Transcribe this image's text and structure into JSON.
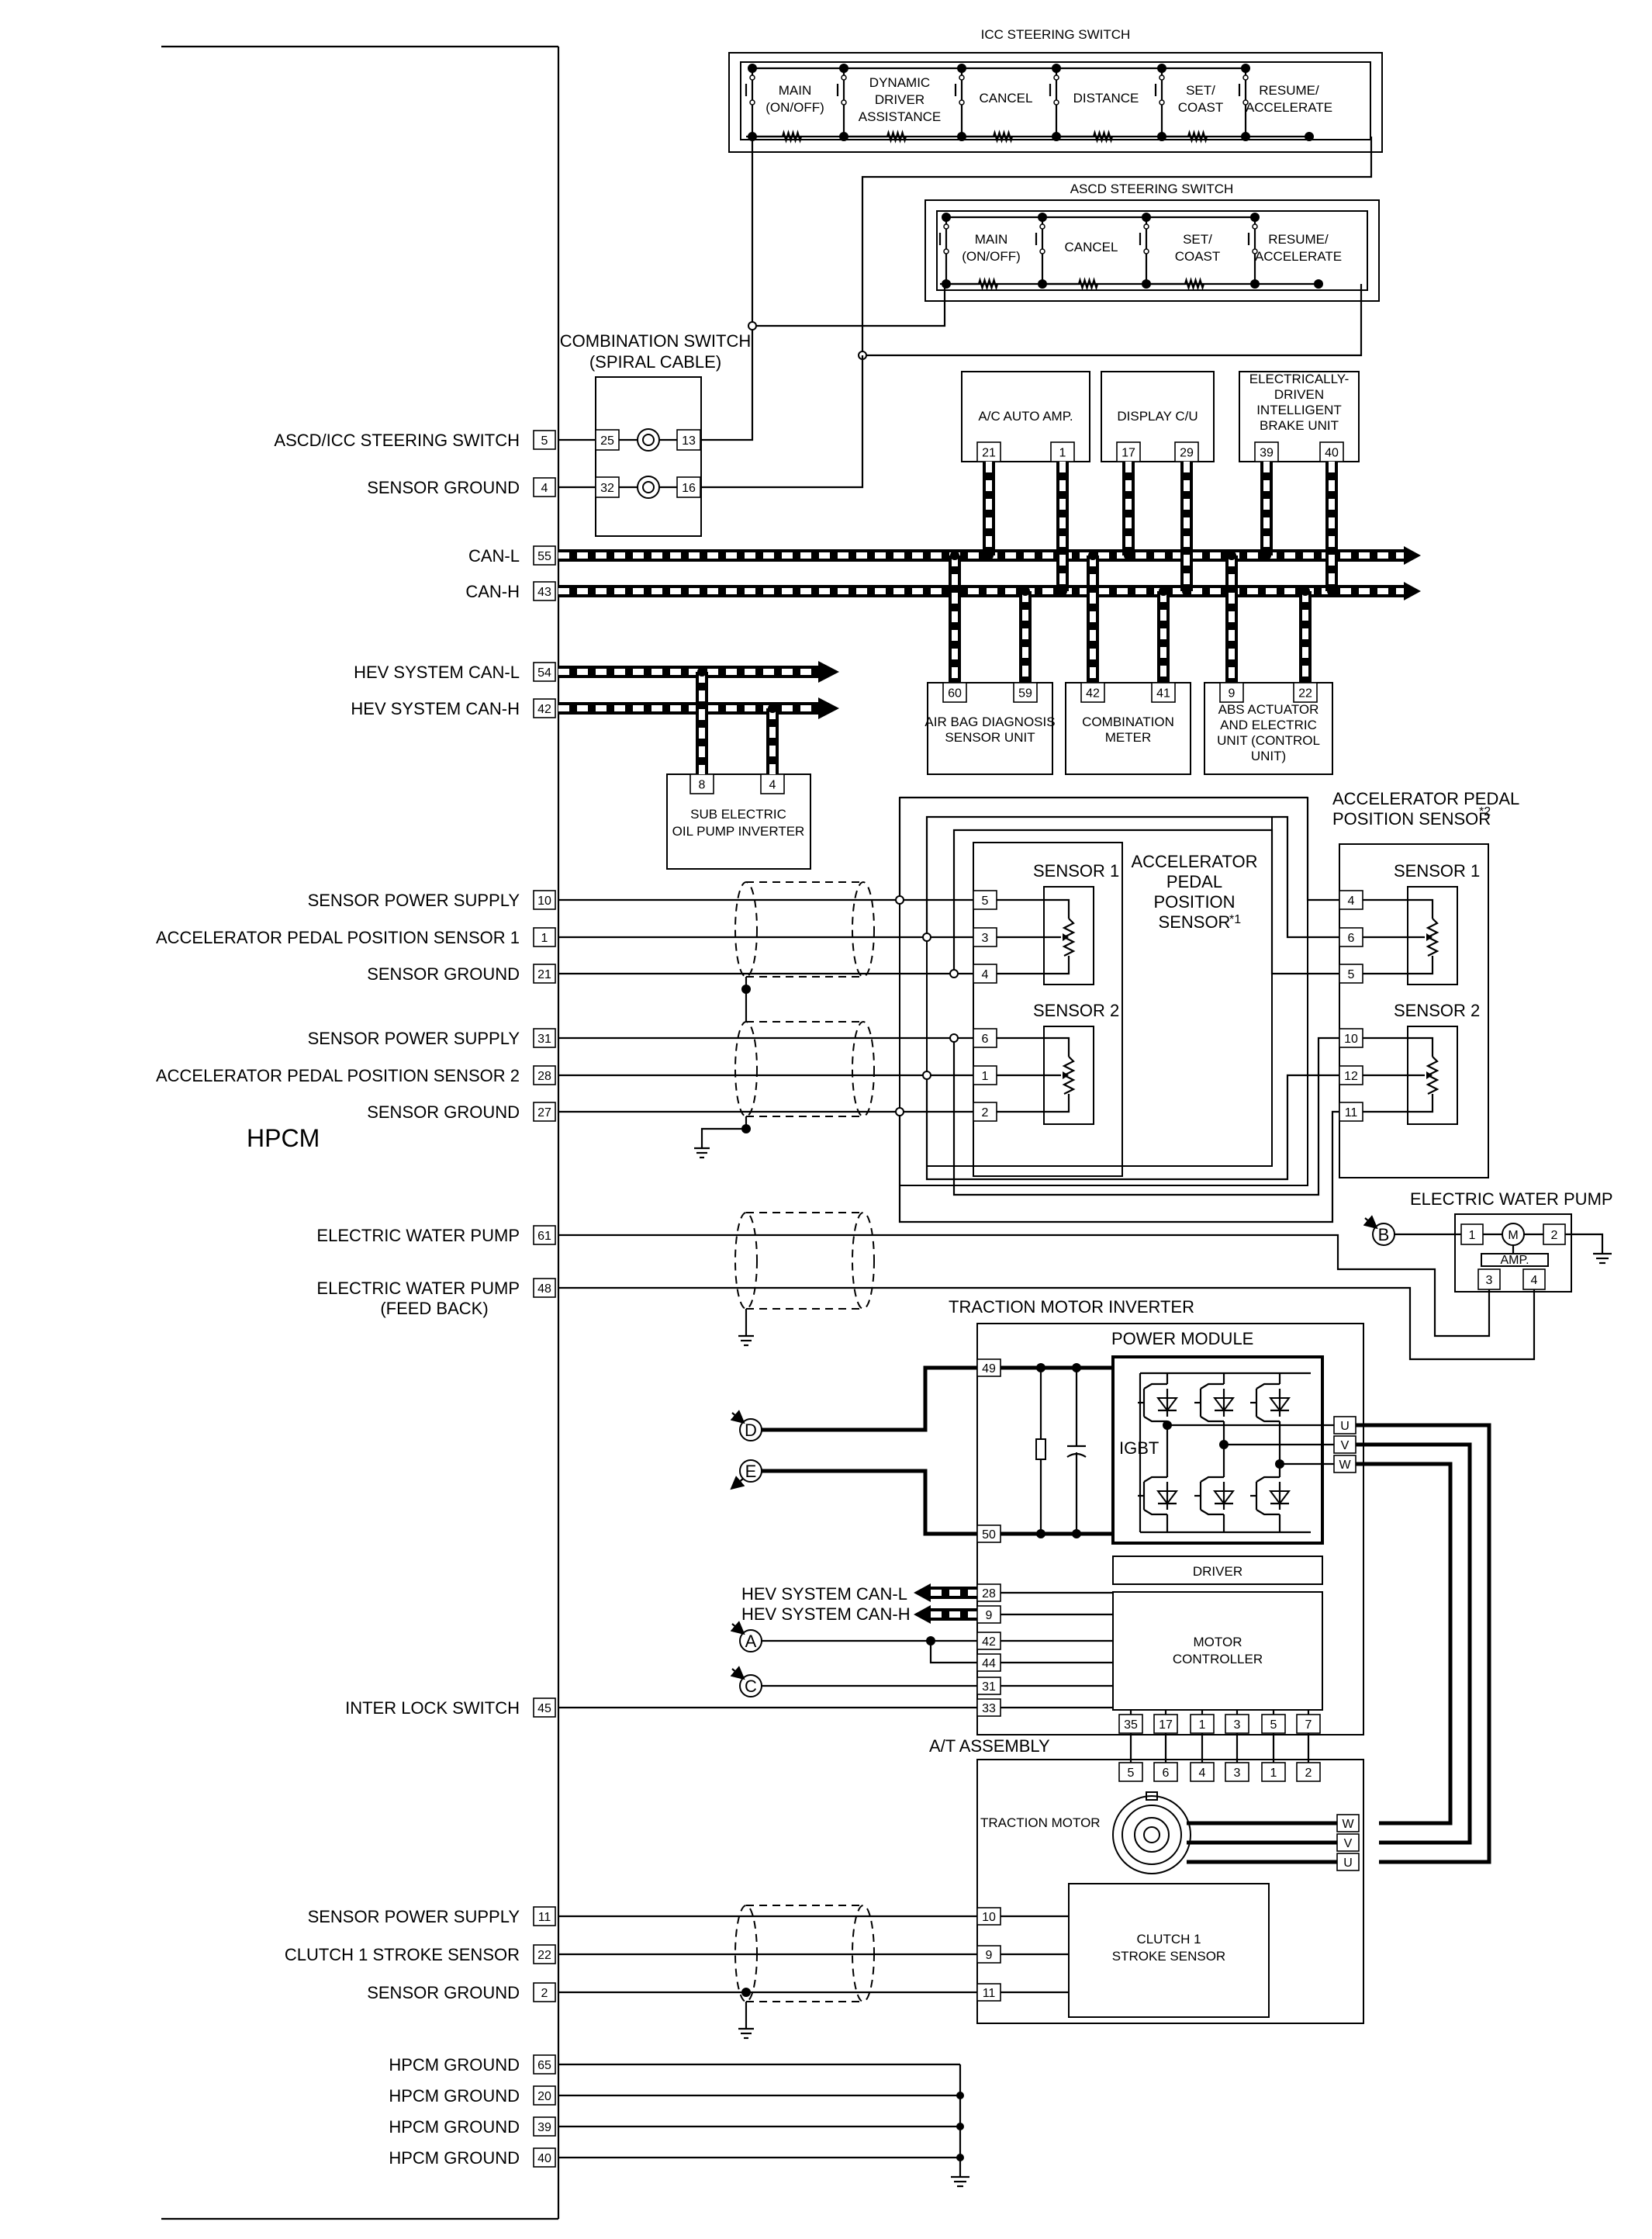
{
  "hpcm": {
    "title": "HPCM",
    "pins": [
      {
        "label": "ASCD/ICC STEERING SWITCH",
        "pin": "5"
      },
      {
        "label": "SENSOR GROUND",
        "pin": "4"
      },
      {
        "label": "CAN-L",
        "pin": "55"
      },
      {
        "label": "CAN-H",
        "pin": "43"
      },
      {
        "label": "HEV SYSTEM CAN-L",
        "pin": "54"
      },
      {
        "label": "HEV SYSTEM CAN-H",
        "pin": "42"
      },
      {
        "label": "SENSOR POWER SUPPLY",
        "pin": "10"
      },
      {
        "label": "ACCELERATOR PEDAL POSITION SENSOR 1",
        "pin": "1"
      },
      {
        "label": "SENSOR GROUND",
        "pin": "21"
      },
      {
        "label": "SENSOR POWER SUPPLY",
        "pin": "31"
      },
      {
        "label": "ACCELERATOR PEDAL POSITION SENSOR 2",
        "pin": "28"
      },
      {
        "label": "SENSOR GROUND",
        "pin": "27"
      },
      {
        "label": "ELECTRIC WATER PUMP",
        "pin": "61"
      },
      {
        "label": "ELECTRIC WATER PUMP",
        "label2": "(FEED BACK)",
        "pin": "48"
      },
      {
        "label": "INTER LOCK SWITCH",
        "pin": "45"
      },
      {
        "label": "SENSOR POWER SUPPLY",
        "pin": "11"
      },
      {
        "label": "CLUTCH 1 STROKE SENSOR",
        "pin": "22"
      },
      {
        "label": "SENSOR GROUND",
        "pin": "2"
      },
      {
        "label": "HPCM GROUND",
        "pin": "65"
      },
      {
        "label": "HPCM GROUND",
        "pin": "20"
      },
      {
        "label": "HPCM GROUND",
        "pin": "39"
      },
      {
        "label": "HPCM GROUND",
        "pin": "40"
      }
    ]
  },
  "icc_switch": {
    "title": "ICC STEERING SWITCH",
    "buttons": [
      "MAIN|(ON/OFF)",
      "DYNAMIC|DRIVER|ASSISTANCE",
      "CANCEL",
      "DISTANCE",
      "SET/|COAST",
      "RESUME/|ACCELERATE"
    ]
  },
  "ascd_switch": {
    "title": "ASCD STEERING SWITCH",
    "buttons": [
      "MAIN|(ON/OFF)",
      "CANCEL",
      "SET/|COAST",
      "RESUME/|ACCELERATE"
    ]
  },
  "combination_switch": {
    "title": "COMBINATION SWITCH",
    "subtitle": "(SPIRAL CABLE)",
    "pins": [
      "25",
      "13",
      "32",
      "16"
    ]
  },
  "can_units_top": [
    {
      "name": "A/C AUTO AMP.",
      "pins": [
        "21",
        "1"
      ]
    },
    {
      "name": "DISPLAY C/U",
      "pins": [
        "17",
        "29"
      ]
    },
    {
      "name": "ELECTRICALLY-|DRIVEN|INTELLIGENT|BRAKE UNIT",
      "pins": [
        "39",
        "40"
      ]
    }
  ],
  "can_units_bottom": [
    {
      "name": "AIR BAG DIAGNOSIS|SENSOR UNIT",
      "pins": [
        "60",
        "59"
      ]
    },
    {
      "name": "COMBINATION|METER",
      "pins": [
        "42",
        "41"
      ]
    },
    {
      "name": "ABS ACTUATOR|AND ELECTRIC|UNIT (CONTROL|UNIT)",
      "pins": [
        "9",
        "22"
      ]
    }
  ],
  "oil_pump": {
    "name": "SUB ELECTRIC|OIL PUMP INVERTER",
    "pins": [
      "8",
      "4"
    ]
  },
  "app_sensor_1": {
    "title": "ACCELERATOR|PEDAL|POSITION|SENSOR",
    "sup": "*1",
    "sensor1": "SENSOR 1",
    "sensor2": "SENSOR 2",
    "pins_s1": [
      "5",
      "3",
      "4"
    ],
    "pins_s2": [
      "6",
      "1",
      "2"
    ]
  },
  "app_sensor_2": {
    "title": "ACCELERATOR PEDAL",
    "title2": "POSITION SENSOR",
    "sup": "*2",
    "sensor1": "SENSOR 1",
    "sensor2": "SENSOR 2",
    "pins_s1": [
      "4",
      "6",
      "5"
    ],
    "pins_s2": [
      "10",
      "12",
      "11"
    ]
  },
  "water_pump": {
    "title": "ELECTRIC WATER PUMP",
    "amp": "AMP.",
    "motor": "M",
    "pins": [
      "1",
      "2",
      "3",
      "4"
    ],
    "connector": "B"
  },
  "inverter": {
    "title": "TRACTION MOTOR INVERTER",
    "power_module": "POWER MODULE",
    "igbt": "IGBT",
    "driver": "DRIVER",
    "motor_controller": "MOTOR|CONTROLLER",
    "pins_left": [
      "49",
      "50",
      "28",
      "9",
      "42",
      "44",
      "31",
      "33"
    ],
    "pins_bottom": [
      "35",
      "17",
      "1",
      "3",
      "5",
      "7"
    ],
    "uvw": [
      "U",
      "V",
      "W"
    ]
  },
  "connectors": [
    "D",
    "E",
    "A",
    "C"
  ],
  "hev_can_out": [
    "HEV SYSTEM CAN-L",
    "HEV SYSTEM CAN-H"
  ],
  "at_assembly": {
    "title": "A/T ASSEMBLY",
    "traction_motor": "TRACTION MOTOR",
    "clutch_sensor": "CLUTCH 1|STROKE SENSOR",
    "pins_top": [
      "5",
      "6",
      "4",
      "3",
      "1",
      "2"
    ],
    "wvu": [
      "W",
      "V",
      "U"
    ],
    "pins_left": [
      "10",
      "9",
      "11"
    ]
  }
}
